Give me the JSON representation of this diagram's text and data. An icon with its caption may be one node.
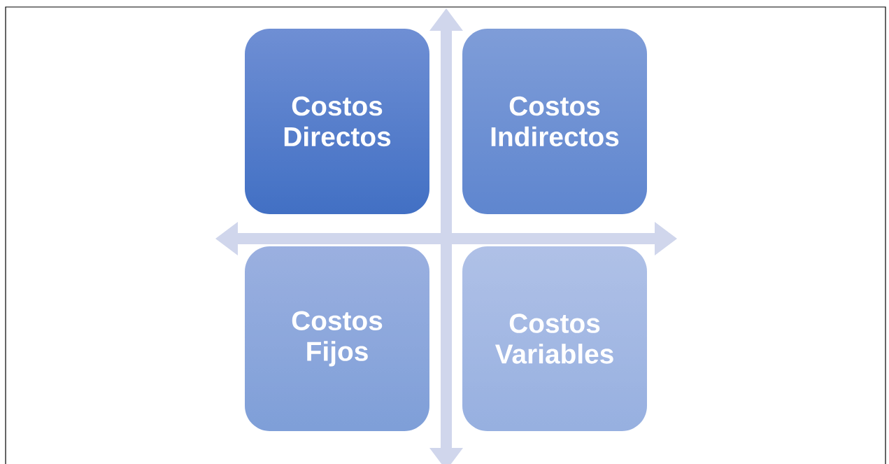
{
  "diagram": {
    "nodes": [
      {
        "text": [
          "Costos Directos"
        ]
      },
      {
        "text": [
          "Costos Indirectos"
        ]
      },
      {
        "text": [
          "Costos Fijos"
        ]
      },
      {
        "text": [
          "Costos Variables"
        ]
      }
    ]
  }
}
